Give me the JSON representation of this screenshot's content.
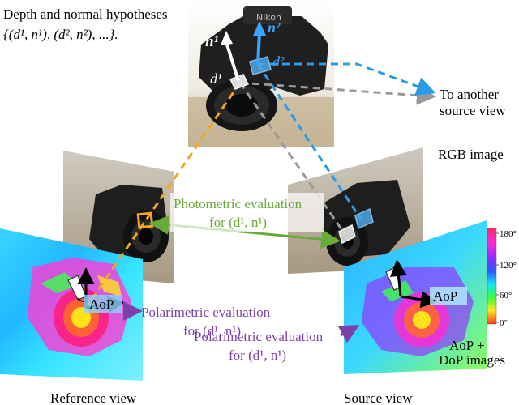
{
  "hypotheses": {
    "title": "Depth and normal hypotheses",
    "set": "{(d¹, n¹), (d², n²), ...}."
  },
  "camera_labels": {
    "n1": "n¹",
    "n2": "n²",
    "d1": "d¹",
    "d2": "d²"
  },
  "to_another": {
    "line1": "To another",
    "line2": "source view"
  },
  "rgb_label": "RGB image",
  "photometric": {
    "line1": "Photometric evaluation",
    "line2": "for (d¹, n¹)"
  },
  "polarimetric_ref": {
    "line1": "Polarimetric evaluation",
    "line2": "for (d¹, n¹)"
  },
  "polarimetric_src": {
    "line1": "Polarimetric evaluation",
    "line2": "for (d¹, n¹)"
  },
  "aop_label_ref": "AoP",
  "aop_label_src": "AoP",
  "colorbar": {
    "ticks": [
      "180°",
      "120°",
      "60°",
      "0°"
    ]
  },
  "aop_dop_label": {
    "line1": "AoP +",
    "line2": "DoP images"
  },
  "view_labels": {
    "reference": "Reference view",
    "source": "Source view"
  },
  "colors": {
    "orange": "#F4A623",
    "green": "#6AAA3A",
    "purple": "#7D3FA8",
    "blue": "#2A9BE6",
    "gray": "#9A9A9A"
  }
}
